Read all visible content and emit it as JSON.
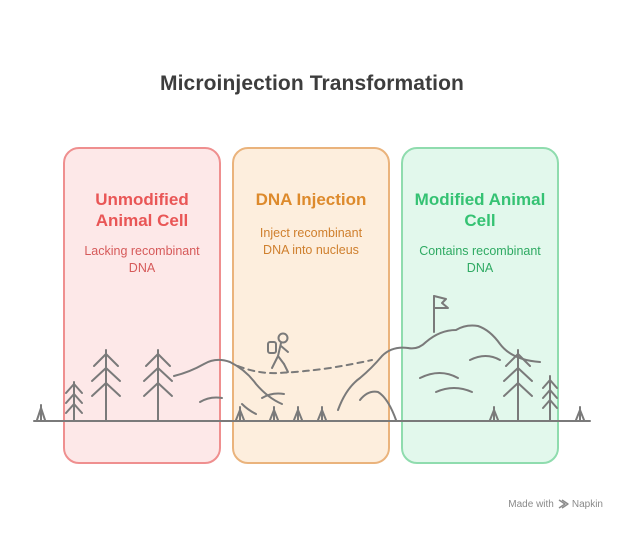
{
  "title": "Microinjection Transformation",
  "cards": [
    {
      "heading_line1": "Unmodified",
      "heading_line2": "Animal Cell",
      "text_line1": "Lacking recombinant",
      "text_line2": "DNA",
      "color": "#e95656"
    },
    {
      "heading_line1": "DNA Injection",
      "text_line1": "Inject recombinant",
      "text_line2": "DNA into nucleus",
      "color": "#dd8a2c"
    },
    {
      "heading_line1": "Modified Animal",
      "heading_line2": "Cell",
      "text_line1": "Contains recombinant",
      "text_line2": "DNA",
      "color": "#35c273"
    }
  ],
  "brand": {
    "made_with": "Made with",
    "name": "Napkin"
  }
}
